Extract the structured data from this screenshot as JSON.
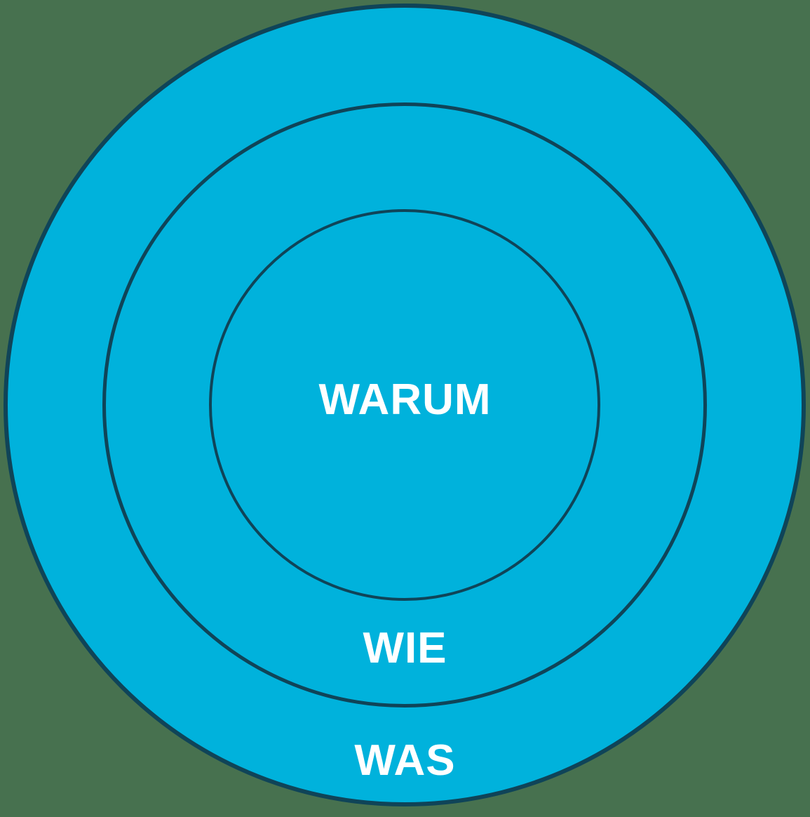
{
  "diagram": {
    "type": "golden-circle",
    "rings": [
      {
        "id": "warum",
        "label": "WARUM",
        "position": "inner"
      },
      {
        "id": "wie",
        "label": "WIE",
        "position": "middle"
      },
      {
        "id": "was",
        "label": "WAS",
        "position": "outer"
      }
    ],
    "colors": {
      "circle_fill": "#00B2DC",
      "circle_stroke": "#0F4458",
      "background": "#47714F",
      "label_text": "#FFFFFF"
    }
  }
}
